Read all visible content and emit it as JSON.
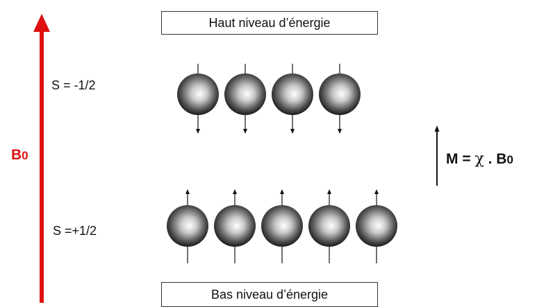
{
  "diagram": {
    "top_box_text": "Haut niveau d’énergie",
    "bottom_box_text": "Bas niveau d’énergie",
    "spin_top_label": "S = -1/2",
    "spin_bottom_label": "S =+1/2",
    "field_label_main": "B",
    "field_label_sub": "0",
    "magnetization_prefix": "M = ",
    "magnetization_chi": "χ",
    "magnetization_mid": " . B",
    "magnetization_sub": "0",
    "spins_down_count": 4,
    "spins_up_count": 5,
    "colors": {
      "field_arrow": "#e01010",
      "text": "#111111"
    }
  }
}
